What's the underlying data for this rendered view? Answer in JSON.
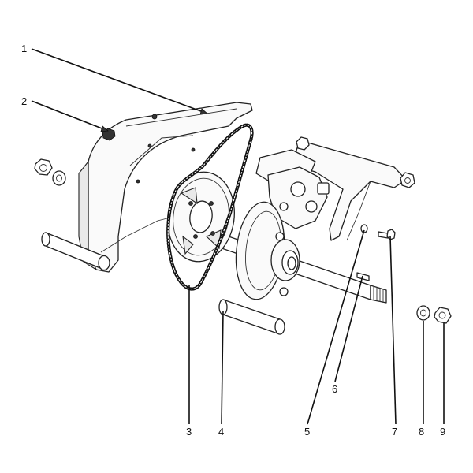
{
  "diagram": {
    "callouts": {
      "c1": "1",
      "c2": "2",
      "c3": "3",
      "c4": "4",
      "c5": "5",
      "c6": "6",
      "c7": "7",
      "c8": "8",
      "c9": "9"
    },
    "colors": {
      "line": "#222222",
      "fill": "#fafafa",
      "background": "#ffffff"
    }
  }
}
